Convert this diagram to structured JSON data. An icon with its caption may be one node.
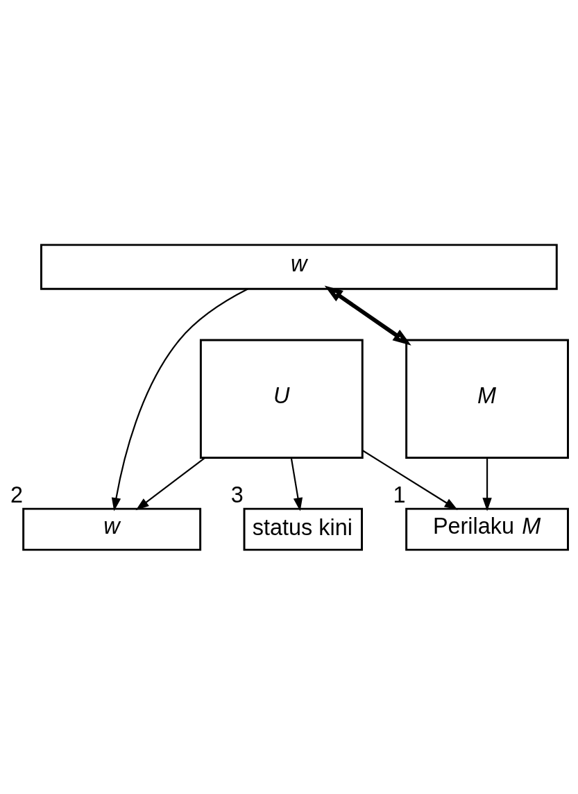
{
  "diagram": {
    "nodes": [
      {
        "text": [
          "w"
        ]
      },
      {
        "text": [
          "M"
        ]
      },
      {
        "text": [
          "Perilaku *M*"
        ],
        "beside": [
          "1"
        ]
      },
      {
        "text": [
          "w"
        ],
        "beside": [
          "2"
        ]
      },
      {
        "text": [
          "status kini"
        ],
        "beside": [
          "3"
        ]
      },
      {
        "text": [
          "U"
        ]
      }
    ],
    "edges": [
      {
        "from": 0,
        "to": 1,
        "arrow": "both",
        "style": "thick"
      },
      {
        "from": 0,
        "to": 3,
        "arrow": "to"
      },
      {
        "from": 1,
        "to": 2,
        "arrow": "to"
      },
      {
        "from": 5,
        "to": 4,
        "arrow": "to"
      },
      {
        "from": 5,
        "to": 2,
        "arrow": "to"
      },
      {
        "from": 5,
        "to": 3,
        "arrow": "to"
      }
    ]
  }
}
